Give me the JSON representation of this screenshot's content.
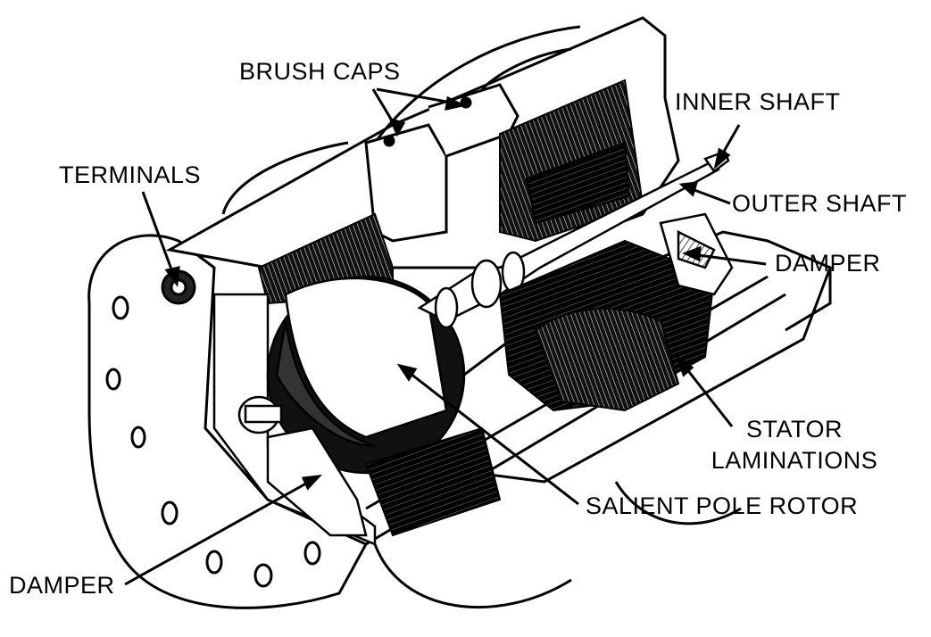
{
  "labels": {
    "brush_caps": "BRUSH CAPS",
    "inner_shaft": "INNER SHAFT",
    "terminals": "TERMINALS",
    "outer_shaft": "OUTER SHAFT",
    "damper_right": "DAMPER",
    "stator_line1": "STATOR",
    "stator_line2": "LAMINATIONS",
    "salient_pole_rotor": "SALIENT POLE ROTOR",
    "damper_left": "DAMPER"
  },
  "colors": {
    "ink": "#000000",
    "paper": "#ffffff",
    "shade": "#1a1a1a"
  }
}
